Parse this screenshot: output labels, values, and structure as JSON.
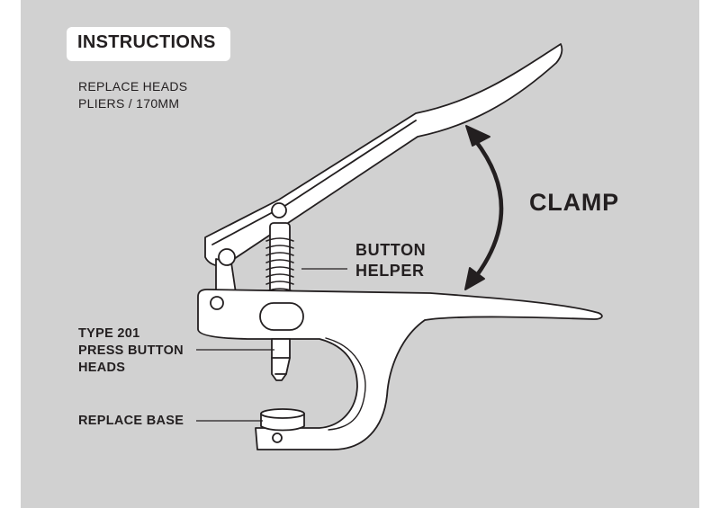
{
  "header": {
    "title": "INSTRUCTIONS",
    "subtitle_line1": "REPLACE HEADS",
    "subtitle_line2": "PLIERS / 170MM"
  },
  "labels": {
    "clamp": "CLAMP",
    "button_helper_line1": "BUTTON",
    "button_helper_line2": "HELPER",
    "heads_line1": "TYPE 201",
    "heads_line2": "PRESS BUTTON",
    "heads_line3": "HEADS",
    "replace_base": "REPLACE BASE"
  },
  "colors": {
    "background": "#d1d1d1",
    "ink": "#231f20",
    "tool_fill": "#ffffff"
  }
}
